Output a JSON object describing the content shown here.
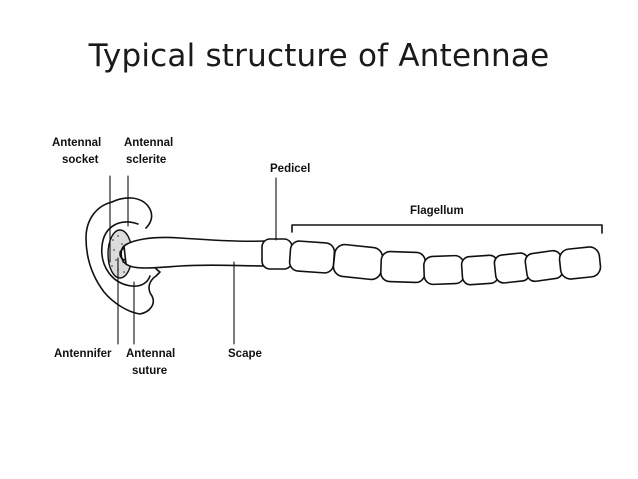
{
  "title": "Typical structure of Antennae",
  "labels": {
    "antennal_socket_line1": "Antennal",
    "antennal_socket_line2": "socket",
    "antennal_sclerite_line1": "Antennal",
    "antennal_sclerite_line2": "sclerite",
    "pedicel": "Pedicel",
    "flagellum": "Flagellum",
    "antennifer": "Antennifer",
    "antennal_suture_line1": "Antennal",
    "antennal_suture_line2": "suture",
    "scape": "Scape"
  },
  "colors": {
    "ink": "#111111",
    "background": "#ffffff"
  }
}
